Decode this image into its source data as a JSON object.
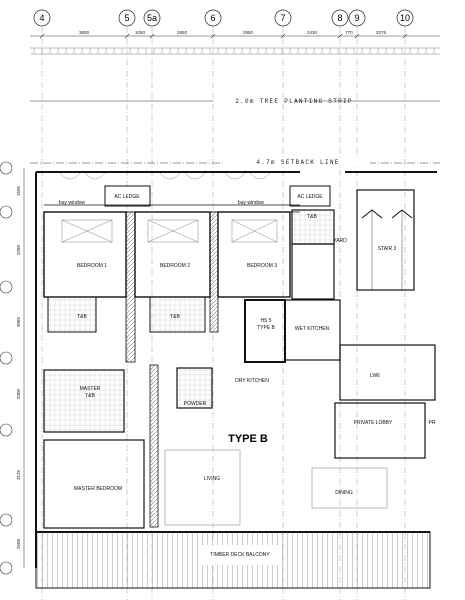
{
  "grid_columns": [
    "4",
    "5",
    "5a",
    "6",
    "7",
    "8",
    "9",
    "10"
  ],
  "column_dimensions": [
    "3800",
    "1050",
    "2850",
    "2950",
    "2430",
    "770",
    "2075"
  ],
  "row_dimensions": [
    "1595",
    "3260",
    "3065",
    "3300",
    "3125",
    "2508"
  ],
  "notes": {
    "planting_strip": "2.0m TREE PLANTING STRIP",
    "setback": "4.7m SETBACK LINE"
  },
  "unit_type": "TYPE B",
  "rooms": {
    "ac_ledge_1": "AC LEDGE",
    "ac_ledge_2": "AC LEDGE",
    "bay_window_1": "bay window",
    "bay_window_2": "bay window",
    "tb_top": "T&B",
    "yard": "YARD",
    "stair": "STAIR 3",
    "bedroom1": "BEDROOM 1",
    "bedroom2": "BEDROOM 2",
    "bedroom3": "BEDROOM 3",
    "tb_1": "T&B",
    "tb_2": "T&B",
    "hs": "HS 5",
    "hs_type": "TYPE B",
    "wet_kitchen": "WET KITCHEN",
    "lw": "LW6",
    "master_tb_1": "MASTER",
    "master_tb_2": "T&B",
    "dry_kitchen": "DRY KITCHEN",
    "powder": "POWDER",
    "private_lobby": "PRIVATE LOBBY",
    "pr_partial": "PR",
    "master_bedroom": "MASTER BEDROOM",
    "living": "LIVING",
    "dining": "DINING",
    "timber_deck": "TIMBER DECK BALCONY"
  }
}
